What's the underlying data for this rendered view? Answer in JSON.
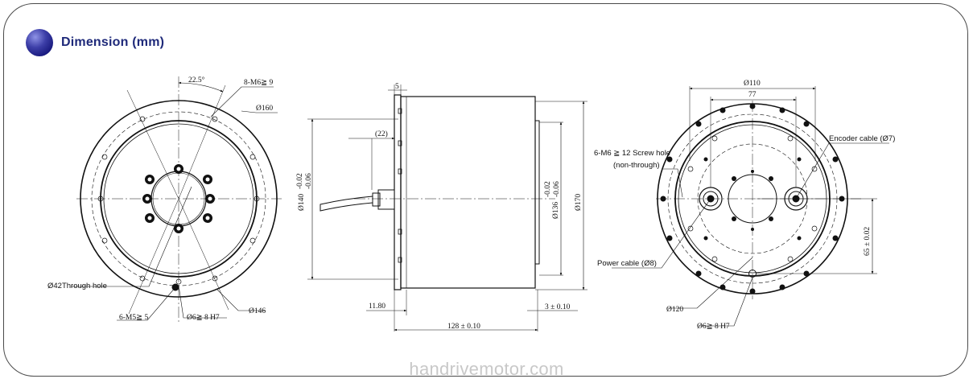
{
  "header": {
    "title": "Dimension (mm)"
  },
  "front_view": {
    "angle": "22.5°",
    "holes_top": "8-M6≧ 9",
    "dia_outer": "Ø160",
    "dia_pcd": "Ø146",
    "through_hole": "Ø42Through hole",
    "holes_bottom": "6-M5≧ 5",
    "pin": "Ø6≧ 8  H7"
  },
  "side_view": {
    "top_offset": "5",
    "cable_len": "(22)",
    "tol_left_1": "-0.02",
    "tol_left_2": "-0.06",
    "dia_140": "Ø140",
    "tol_right_1": "-0.02",
    "tol_right_2": "-0.06",
    "dia_136": "Ø136",
    "dia_170": "Ø170",
    "left_len": "11.80",
    "right_len": "3 ± 0.10",
    "total_len": "128 ± 0.10"
  },
  "back_view": {
    "dia_110": "Ø110",
    "width_77": "77",
    "screw_holes_1": "6-M6 ≧ 12 Screw hole",
    "screw_holes_2": "(non-through)",
    "encoder_cable": "Encoder cable (Ø7)",
    "power_cable": "Power cable (Ø8)",
    "height_65": "65  ± 0.02",
    "dia_120": "Ø120",
    "pin": "Ø6≧ 8  H7"
  },
  "watermark": "handrivemotor.com"
}
